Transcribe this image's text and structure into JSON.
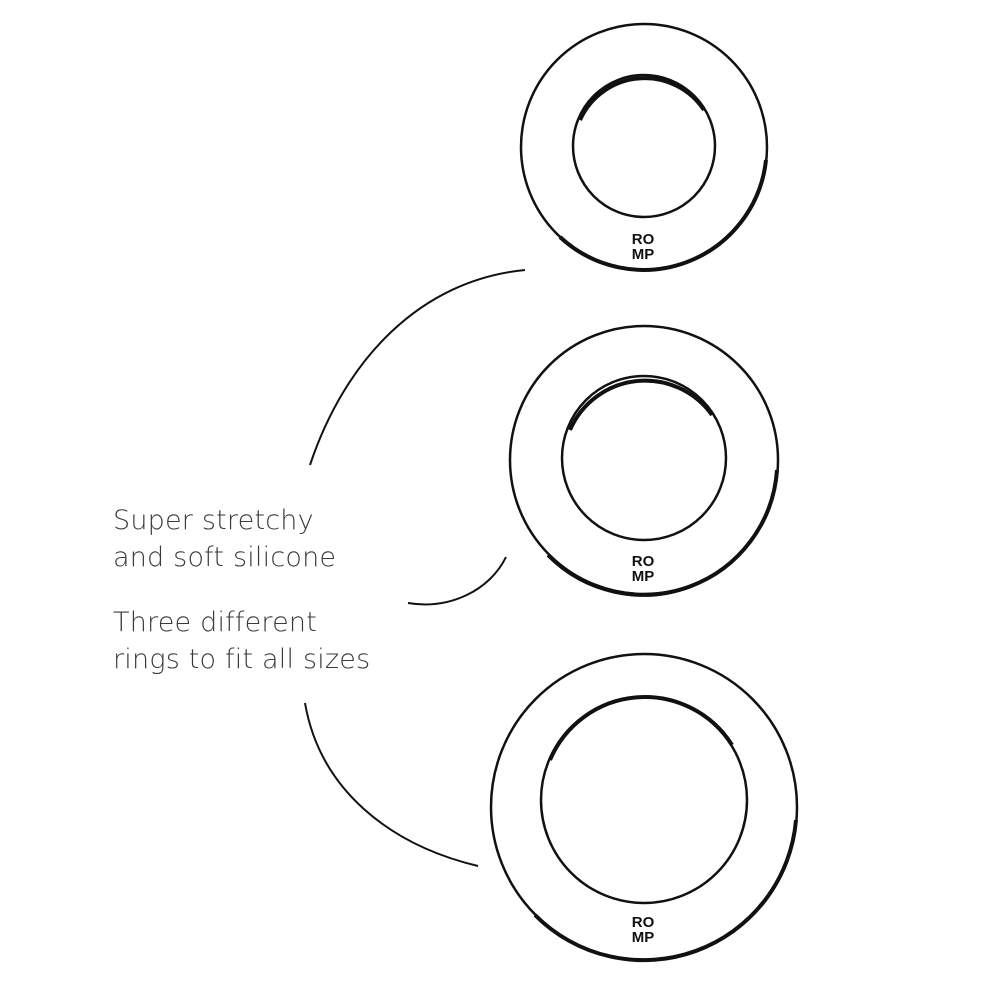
{
  "brand": {
    "logo_line1": "RO",
    "logo_line2": "MP"
  },
  "features": [
    {
      "line1": "Super stretchy",
      "line2": "and soft silicone"
    },
    {
      "line1": "Three different",
      "line2": "rings to fit all sizes"
    }
  ],
  "colors": {
    "background": "#ffffff",
    "ink": "#111111",
    "text": "#3a3a3a"
  }
}
